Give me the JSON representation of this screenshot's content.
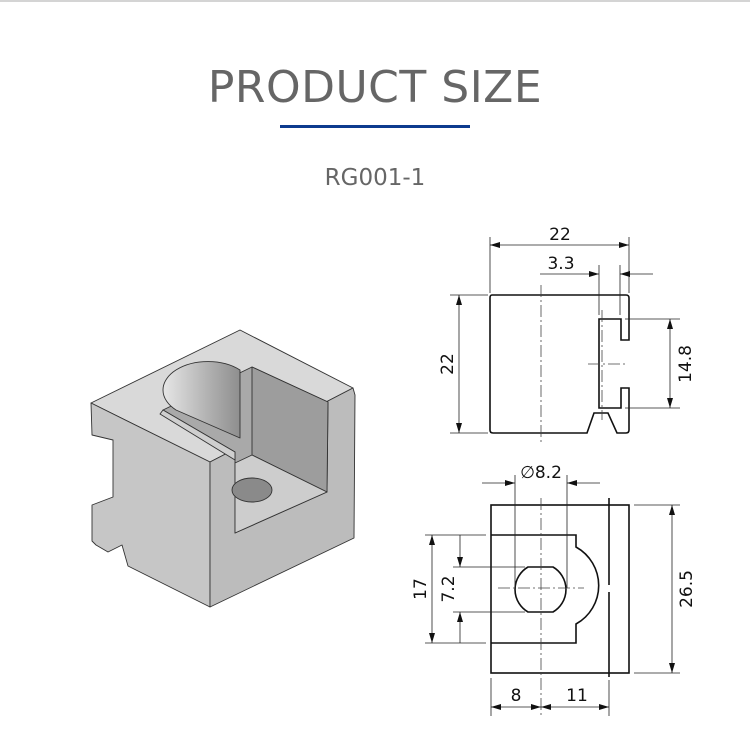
{
  "header": {
    "title": "PRODUCT SIZE",
    "model": "RG001-1"
  },
  "colors": {
    "accent": "#0d3b8e",
    "text": "#666666"
  },
  "side_view": {
    "width": "22",
    "slot_offset": "3.3",
    "height": "22",
    "slot_height": "14.8"
  },
  "top_view": {
    "hole_diameter": "∅8.2",
    "cutout_height": "17",
    "hole_flat": "7.2",
    "depth": "26.5",
    "left_offset": "8",
    "right_offset": "11"
  }
}
